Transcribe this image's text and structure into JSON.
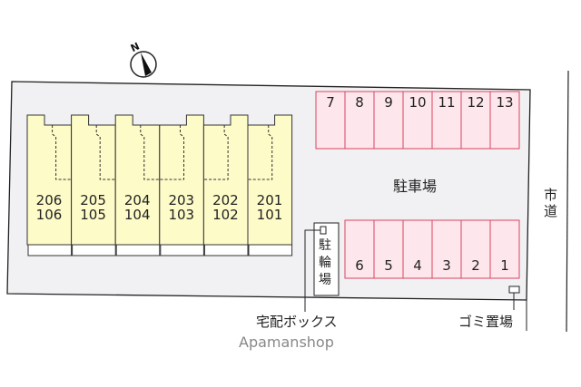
{
  "compass": {
    "label": "N"
  },
  "units": [
    {
      "upper": "206",
      "lower": "106"
    },
    {
      "upper": "205",
      "lower": "105"
    },
    {
      "upper": "204",
      "lower": "104"
    },
    {
      "upper": "203",
      "lower": "103"
    },
    {
      "upper": "202",
      "lower": "102"
    },
    {
      "upper": "201",
      "lower": "101"
    }
  ],
  "parking_top": [
    "7",
    "8",
    "9",
    "10",
    "11",
    "12",
    "13"
  ],
  "parking_bottom": [
    "6",
    "5",
    "4",
    "3",
    "2",
    "1"
  ],
  "labels": {
    "parking": "駐車場",
    "bicycle": "駐輪場",
    "road": "市道",
    "delivery_box": "宅配ボックス",
    "trash": "ゴミ置場",
    "watermark": "Apamanshop"
  },
  "colors": {
    "building": "#fdfbc8",
    "parking": "#fde6ec",
    "parking_border": "#d9445e",
    "lot": "#f1f1f3"
  }
}
